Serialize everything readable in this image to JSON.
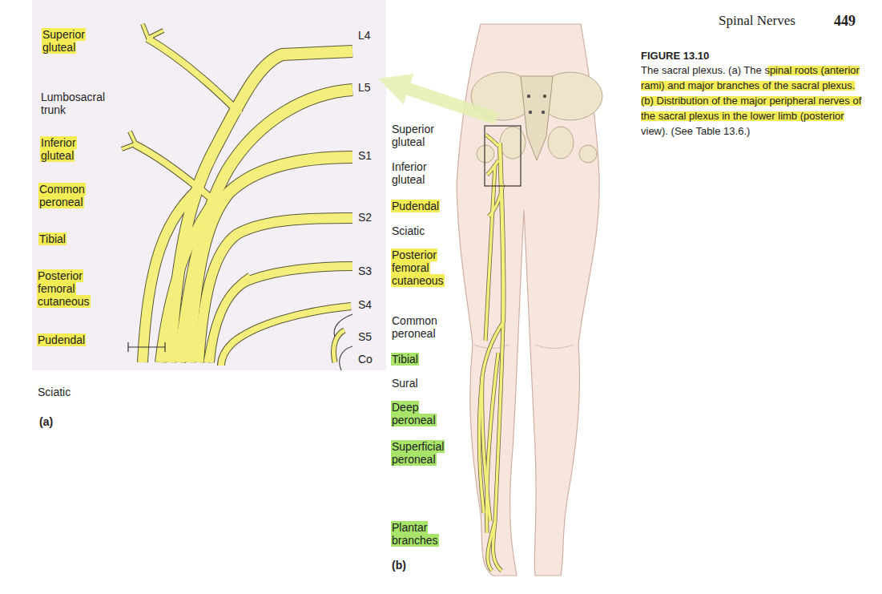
{
  "diagram": {
    "title": "FIGURE 13.10",
    "caption": "The sacral plexus. (a) The spinal roots (anterior rami) and major branches of the sacral plexus. (b) Distribution of the major peripheral nerves of the sacral plexus in the lower limb (posterior view). (See Table 13.6.)",
    "labels": [
      "Spinal Nerves",
      "449",
      "Superior gluteal",
      "Lumbosacral trunk",
      "Inferior gluteal",
      "Common peroneal",
      "Tibial",
      "Posterior femoral cutaneous",
      "Pudendal",
      "Sciatic",
      "(a)",
      "L4",
      "L5",
      "S1",
      "S2",
      "S3",
      "S4",
      "S5",
      "Co",
      "Superior gluteal",
      "Inferior gluteal",
      "Pudendal",
      "Sciatic",
      "Posterior femoral cutaneous",
      "Common peroneal",
      "Tibial",
      "Sural",
      "Deep peroneal",
      "Superficial peroneal",
      "Plantar branches",
      "(b)"
    ]
  }
}
